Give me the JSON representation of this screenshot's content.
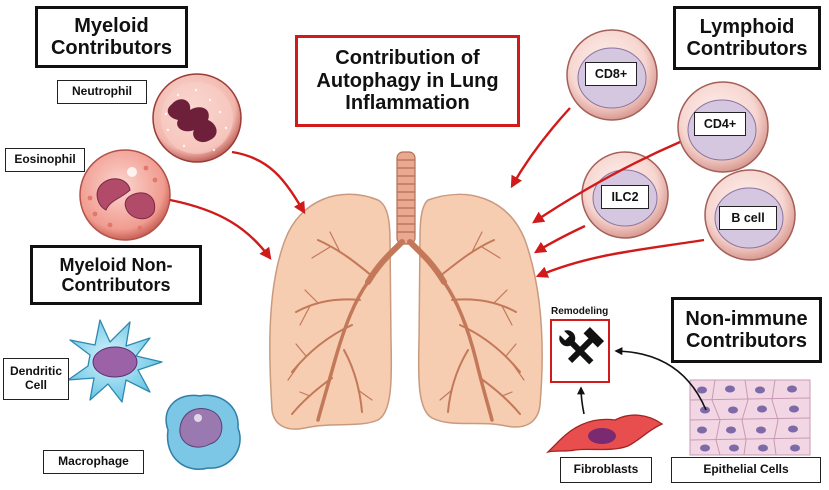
{
  "title": "Contribution of Autophagy in Lung Inflammation",
  "groups": {
    "myeloid_contributors": "Myeloid Contributors",
    "myeloid_non_contributors": "Myeloid Non-Contributors",
    "lymphoid_contributors": "Lymphoid Contributors",
    "non_immune_contributors": "Non-immune Contributors"
  },
  "cells": {
    "neutrophil": "Neutrophil",
    "eosinophil": "Eosinophil",
    "dendritic": "Dendritic Cell",
    "macrophage": "Macrophage",
    "cd8": "CD8+",
    "cd4": "CD4+",
    "ilc2": "ILC2",
    "bcell": "B cell",
    "fibroblasts": "Fibroblasts",
    "epithelial": "Epithelial Cells"
  },
  "remodeling": "Remodeling",
  "icons": {
    "remodeling": "hammer-wrench-icon",
    "organ": "lungs"
  },
  "colors": {
    "arrow": "#d11a1a",
    "title_border": "#d11a1a",
    "lung": "#f6cdb0",
    "bronchi": "#c4785a"
  }
}
